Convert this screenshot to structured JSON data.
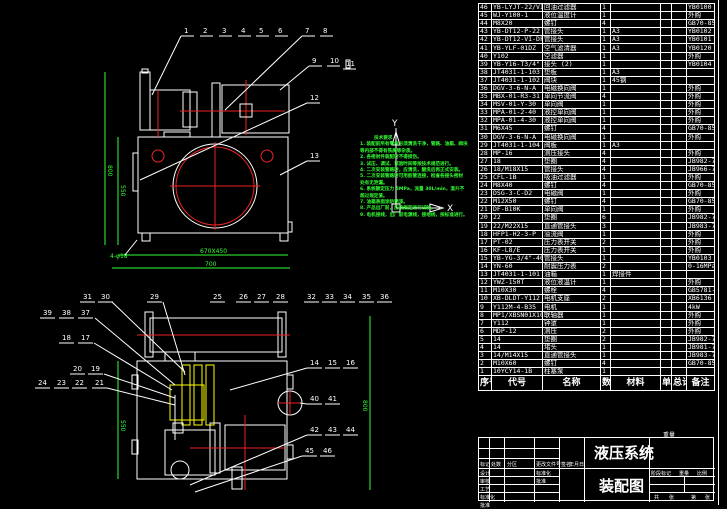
{
  "drawing": {
    "top_view_balloons": [
      "1",
      "2",
      "3",
      "4",
      "5",
      "6",
      "7",
      "8",
      "9",
      "10",
      "11",
      "12",
      "13"
    ],
    "bottom_view_balloons": [
      "31",
      "30",
      "29",
      "25",
      "26",
      "27",
      "28",
      "32",
      "33",
      "34",
      "35",
      "36",
      "39",
      "38",
      "37",
      "18",
      "17",
      "20",
      "19",
      "24",
      "23",
      "22",
      "21",
      "14",
      "15",
      "16",
      "40",
      "41",
      "42",
      "43",
      "44",
      "45",
      "46"
    ],
    "dimensions": {
      "overall_height": "800",
      "tank_height": "550",
      "base_width": "670X450",
      "tank_width": "700",
      "plan_height": "550",
      "plan_depth": "800",
      "level_mark": "4-φ18"
    },
    "axis": {
      "x": "X",
      "y": "Y"
    },
    "notes_title": "技术要求",
    "notes": [
      "1. 装配前所有零件必须清洗干净，管路、油箱、阀块",
      "   等内部不得有铁屑等杂质。",
      "2. 各密封件装配时不得损伤。",
      "3. 试压、调试、试验时间等按技术规范进行。",
      "4. 二次安装管路时，应清洗，酸洗后再正式安装。",
      "5. 二次安装管路时可用胶管连接，检查各接头密封",
      "   处有无泄漏。",
      "6. 系统额定压力 5MPa，流量 30L/min，温升不",
      "   超过规定值。",
      "7. 油箱表面涂防锈漆。",
      "8. 产品出厂前，应按规定进行试验。",
      "9. 电机接线，出厂前电源线，接地线，按标准进行。"
    ]
  },
  "bom": {
    "header": [
      "序号",
      "代号",
      "名称",
      "数量",
      "材料",
      "单件",
      "总计",
      "备注"
    ],
    "weight_label": "重量",
    "rows": [
      [
        "46",
        "YB-LYJT-22/VI",
        "回油过滤器",
        "1",
        "",
        "",
        "",
        "YB0100"
      ],
      [
        "45",
        "WJ-Y100-1",
        "液位温度计",
        "1",
        "",
        "",
        "",
        "外购"
      ],
      [
        "44",
        "M8X20",
        "螺钉",
        "4",
        "",
        "",
        "",
        "GB70-85"
      ],
      [
        "43",
        "YB-DT12-P-22",
        "管接头",
        "1",
        "A3",
        "",
        "",
        "YB0102"
      ],
      [
        "42",
        "YB-DT12-VI-DF",
        "管接头",
        "1",
        "A3",
        "",
        "",
        "YB0101"
      ],
      [
        "41",
        "YB-YLF-01DZ",
        "空气滤清器",
        "1",
        "A3",
        "",
        "",
        "YB0120"
      ],
      [
        "40",
        "Y102",
        "空滤器",
        "1",
        "",
        "",
        "",
        "外购"
      ],
      [
        "39",
        "YB-Y16-T3/4\"",
        "接头 (2)",
        "1",
        "",
        "",
        "",
        "YB0104"
      ],
      [
        "38",
        "JT4031-1-103",
        "垫板",
        "1",
        "A3",
        "",
        "",
        ""
      ],
      [
        "37",
        "JT4031-1-102",
        "阀块",
        "1",
        "45钢",
        "",
        "",
        ""
      ],
      [
        "36",
        "DGV-3-6-N-A",
        "电磁换向阀",
        "1",
        "",
        "",
        "",
        "外购"
      ],
      [
        "35",
        "MBX-01-R3-31",
        "单向节流阀",
        "4",
        "",
        "",
        "",
        "外购"
      ],
      [
        "34",
        "MSV-01-Y-30",
        "单向阀",
        "1",
        "",
        "",
        "",
        "外购"
      ],
      [
        "33",
        "MPA-01-2-40",
        "液控单向阀",
        "1",
        "",
        "",
        "",
        "外购"
      ],
      [
        "32",
        "MPA-01-4-30",
        "液控单向阀",
        "1",
        "",
        "",
        "",
        "外购"
      ],
      [
        "31",
        "M6X45",
        "螺钉",
        "4",
        "",
        "",
        "",
        "GB70-85"
      ],
      [
        "30",
        "DGV-3-6-N-A",
        "电磁换向阀",
        "1",
        "",
        "",
        "",
        "外购"
      ],
      [
        "29",
        "JT4031-1-104",
        "阀板",
        "1",
        "A3",
        "",
        "",
        ""
      ],
      [
        "28",
        "MP-16",
        "测压接头",
        "4",
        "",
        "",
        "",
        "外购"
      ],
      [
        "27",
        "18",
        "垫圈",
        "4",
        "",
        "",
        "",
        "JB982-77"
      ],
      [
        "26",
        "18/M18X15",
        "管接头",
        "4",
        "",
        "",
        "",
        "JB966-77"
      ],
      [
        "25",
        "CFL-1B",
        "吸油过滤器",
        "1",
        "",
        "",
        "",
        "外购"
      ],
      [
        "24",
        "M8X40",
        "螺钉",
        "4",
        "",
        "",
        "",
        "GB70-85"
      ],
      [
        "23",
        "DSG-3-C-D2",
        "电磁阀",
        "1",
        "",
        "",
        "",
        "外购"
      ],
      [
        "22",
        "M12X50",
        "螺钉",
        "4",
        "",
        "",
        "",
        "GB70-85"
      ],
      [
        "21",
        "DF-B10K",
        "单向阀",
        "1",
        "",
        "",
        "",
        "外购"
      ],
      [
        "20",
        "22",
        "垫圈",
        "6",
        "",
        "",
        "",
        "JB982-77"
      ],
      [
        "19",
        "22/M22X15",
        "直通管接头",
        "3",
        "",
        "",
        "",
        "JB983-77"
      ],
      [
        "18",
        "HFP1-H2-3-P",
        "溢流阀",
        "1",
        "",
        "",
        "",
        "外购"
      ],
      [
        "17",
        "PT-02",
        "压力表开关",
        "2",
        "",
        "",
        "",
        "外购"
      ],
      [
        "16",
        "KF-L8/E",
        "压力表开关",
        "1",
        "",
        "",
        "",
        "外购"
      ],
      [
        "15",
        "YB-YG-3/4\"-40",
        "管接头",
        "1",
        "",
        "",
        "",
        "YB0103"
      ],
      [
        "14",
        "YN-60",
        "耐震压力表",
        "2",
        "",
        "",
        "",
        "0-16MPa"
      ],
      [
        "13",
        "JT4031-1-101",
        "油箱",
        "1",
        "焊接件",
        "",
        "",
        ""
      ],
      [
        "12",
        "YWZ-150T",
        "液位液温计",
        "1",
        "",
        "",
        "",
        "外购"
      ],
      [
        "11",
        "M10X30",
        "螺栓",
        "4",
        "",
        "",
        "",
        "GB5781-86"
      ],
      [
        "10",
        "XB-DLDT-Y112",
        "电机支座",
        "2",
        "",
        "",
        "",
        "XB6136"
      ],
      [
        "9",
        "Y112M-4-B35",
        "电机",
        "1",
        "",
        "",
        "",
        "4kW"
      ],
      [
        "8",
        "MP1/XBSN01X10",
        "联轴器",
        "1",
        "",
        "",
        "",
        "外购"
      ],
      [
        "7",
        "Y112",
        "钟罩",
        "1",
        "",
        "",
        "",
        "外购"
      ],
      [
        "6",
        "MDP-12",
        "测压",
        "2",
        "",
        "",
        "",
        "外购"
      ],
      [
        "5",
        "14",
        "垫圈",
        "2",
        "",
        "",
        "",
        "JB982-77"
      ],
      [
        "4",
        "14",
        "堵头",
        "1",
        "",
        "",
        "",
        "JB981-77"
      ],
      [
        "3",
        "14/M14X15",
        "直通管接头",
        "1",
        "",
        "",
        "",
        "JB983-77"
      ],
      [
        "2",
        "M10X60",
        "螺钉",
        "4",
        "",
        "",
        "",
        "GB70-85"
      ],
      [
        "1",
        "10YCY14-1B",
        "柱塞泵",
        "1",
        "",
        "",
        "",
        ""
      ]
    ]
  },
  "title_block": {
    "title": "液压系统",
    "subtitle": "装配图",
    "rev_labels": [
      "标记",
      "处数",
      "分区",
      "更改文件号",
      "签名",
      "年月日"
    ],
    "roles": [
      "设计",
      "审核",
      "工艺",
      "标准化",
      "批准"
    ],
    "labels": [
      "标准化",
      "批准"
    ],
    "stage_labels": [
      "阶段标记",
      "重量",
      "比例"
    ],
    "sheet": [
      "共",
      "张",
      "第",
      "张"
    ]
  }
}
